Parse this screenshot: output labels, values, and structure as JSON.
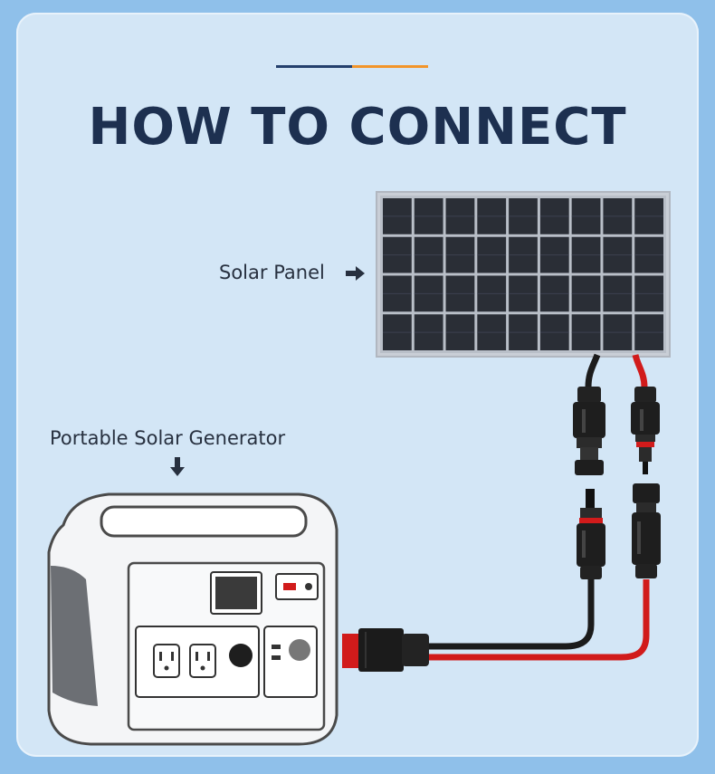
{
  "title": "HOW TO CONNECT",
  "labels": {
    "solar_panel": "Solar Panel",
    "generator": "Portable Solar Generator"
  },
  "icons": {
    "arrow_right": "arrow-right-icon",
    "arrow_down": "arrow-down-icon"
  },
  "colors": {
    "background": "#8fc0ea",
    "card": "#d3e6f6",
    "title": "#1d3050",
    "accent_blue": "#24406d",
    "accent_orange": "#f2952a",
    "cable_black": "#1b1b1b",
    "cable_red": "#d11b1b",
    "panel_cell": "#2a2e36",
    "panel_frame": "#c9ced6"
  },
  "panel": {
    "rows": 4,
    "columns": 9
  }
}
